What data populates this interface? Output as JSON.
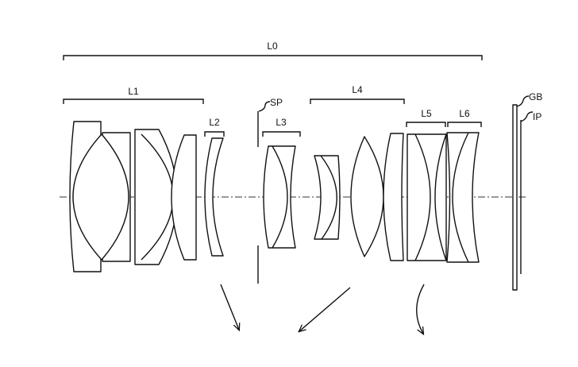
{
  "labels": {
    "l0": "L0",
    "l1": "L1",
    "l2": "L2",
    "l3": "L3",
    "l4": "L4",
    "l5": "L5",
    "l6": "L6",
    "sp": "SP",
    "gb": "GB",
    "ip": "IP"
  }
}
